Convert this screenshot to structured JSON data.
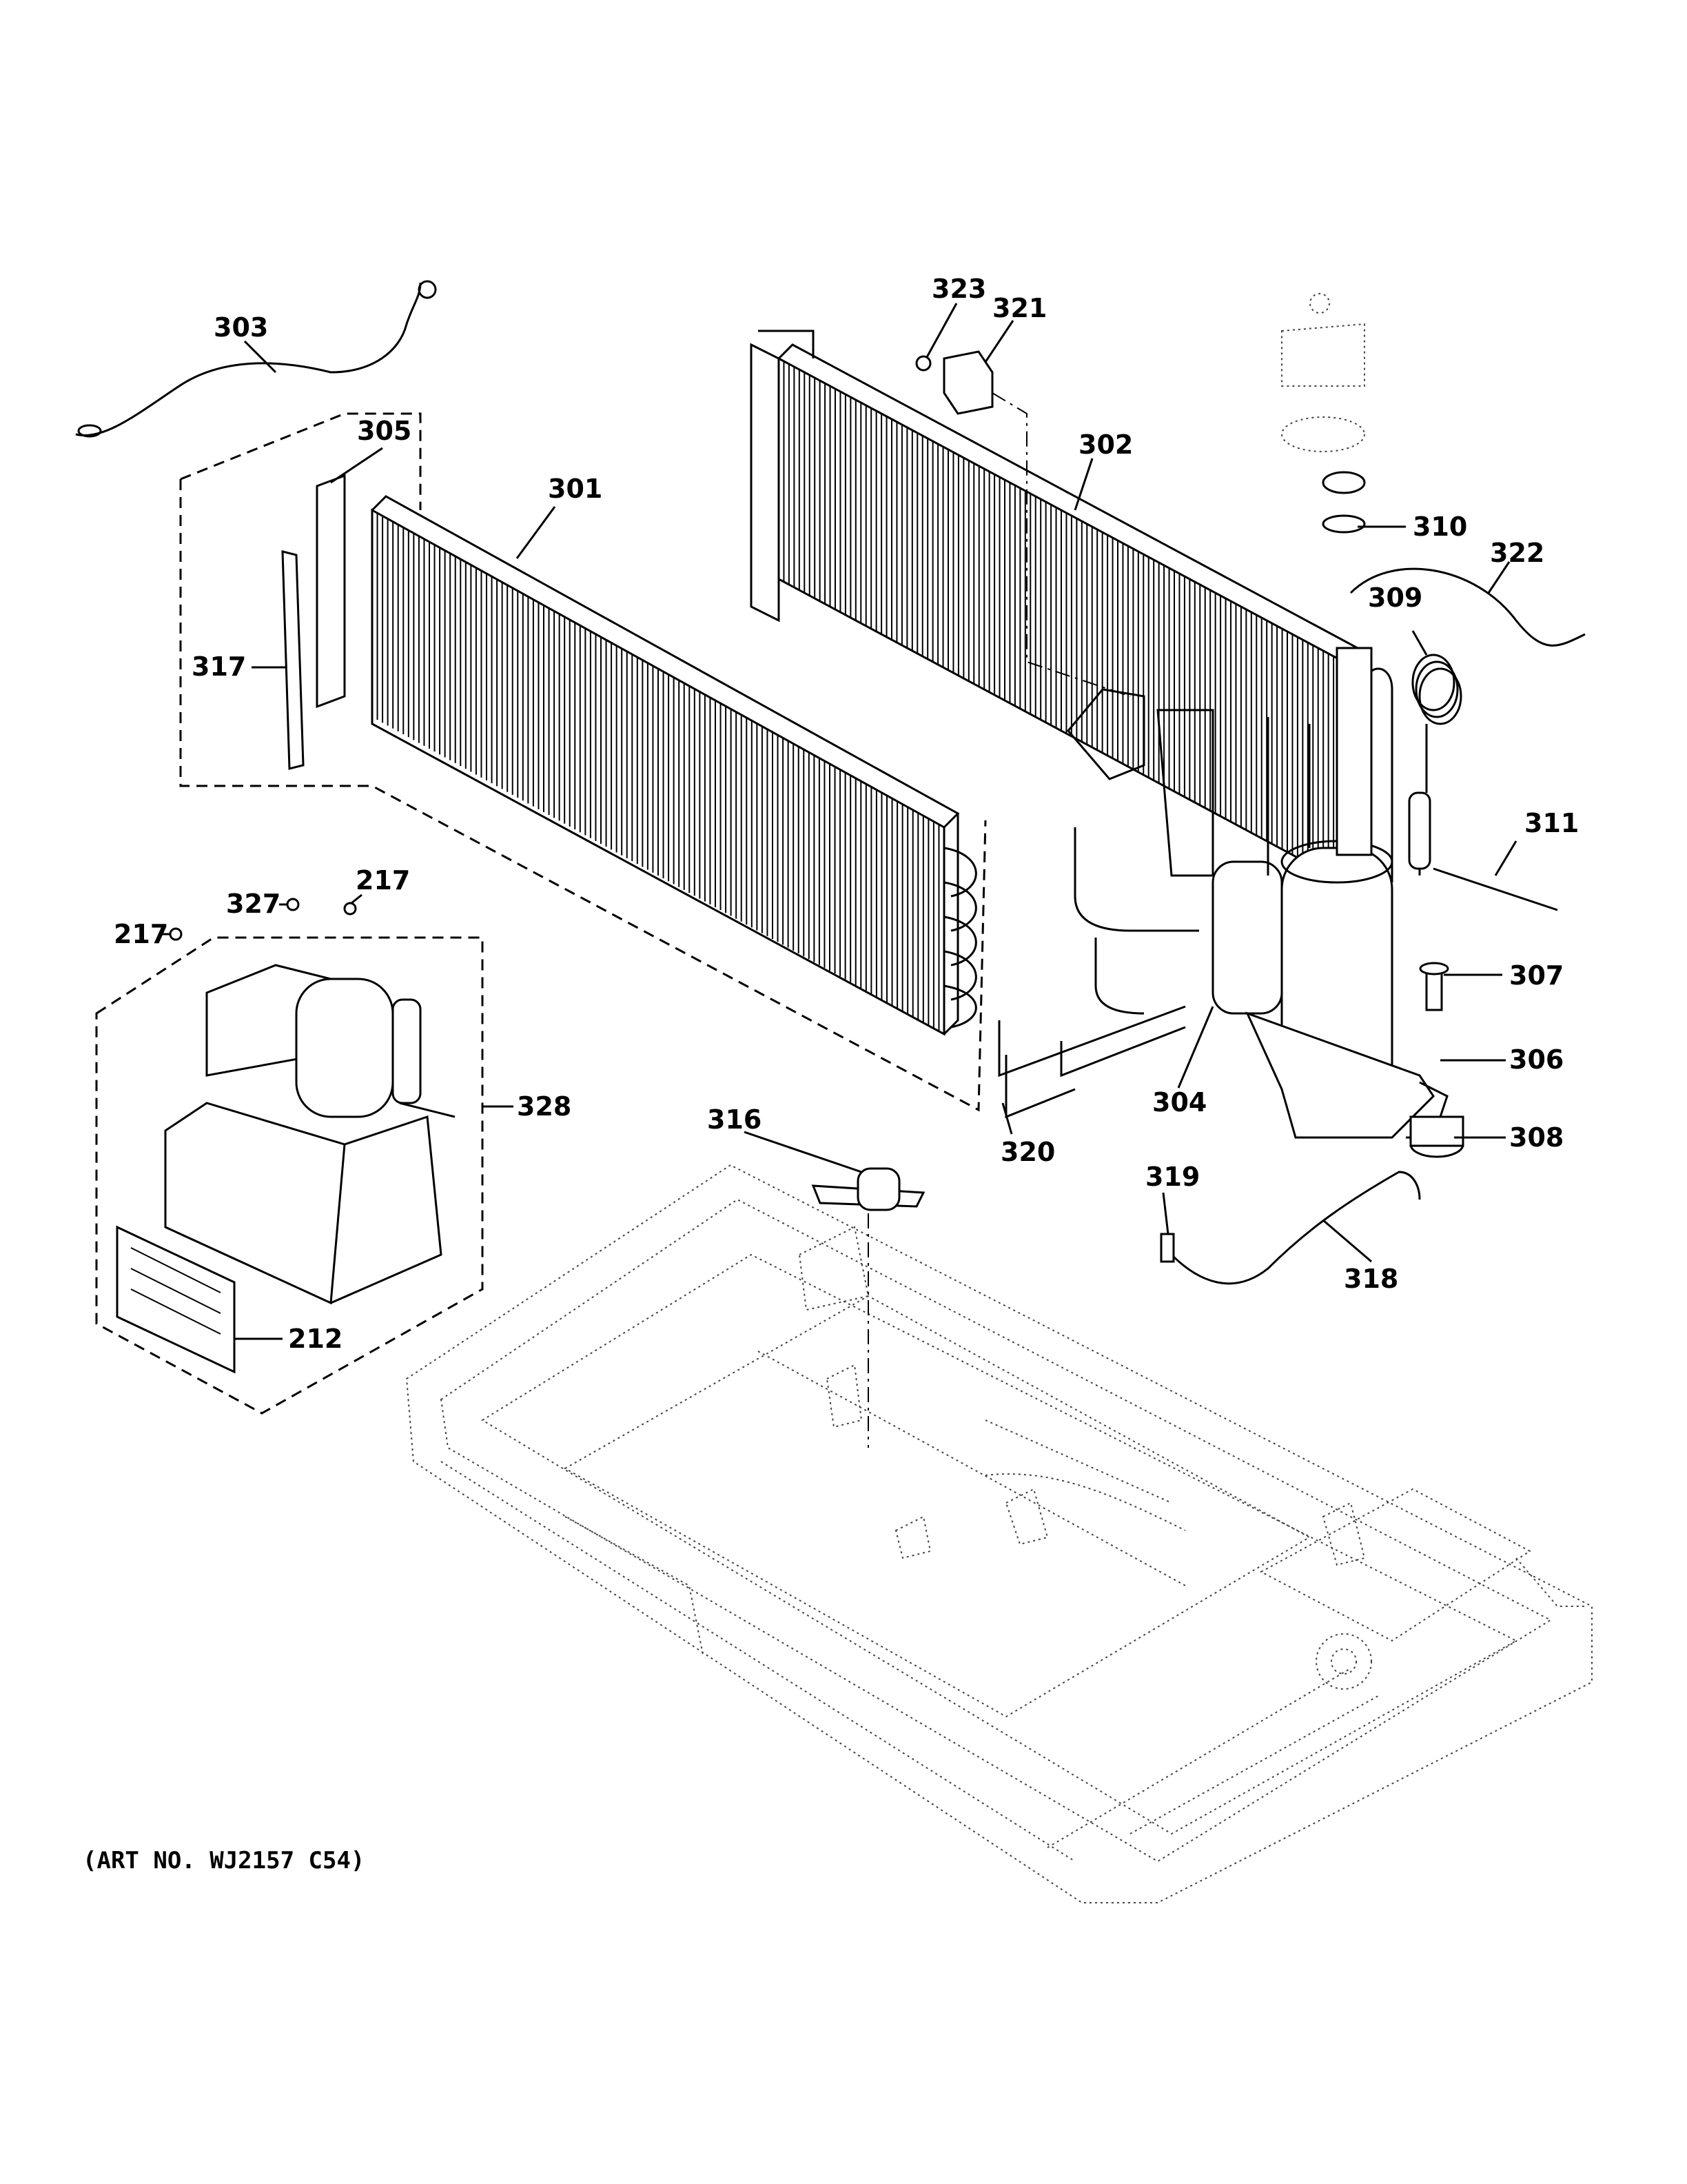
{
  "diagram": {
    "art_number": "(ART NO. WJ2157 C54)",
    "labels": {
      "l212": "212",
      "l217a": "217",
      "l217b": "217",
      "l301": "301",
      "l302": "302",
      "l303": "303",
      "l304": "304",
      "l305": "305",
      "l306": "306",
      "l307": "307",
      "l308": "308",
      "l309": "309",
      "l310": "310",
      "l311": "311",
      "l316": "316",
      "l317": "317",
      "l318": "318",
      "l319": "319",
      "l320": "320",
      "l321": "321",
      "l322": "322",
      "l323": "323",
      "l327": "327",
      "l328": "328"
    }
  }
}
